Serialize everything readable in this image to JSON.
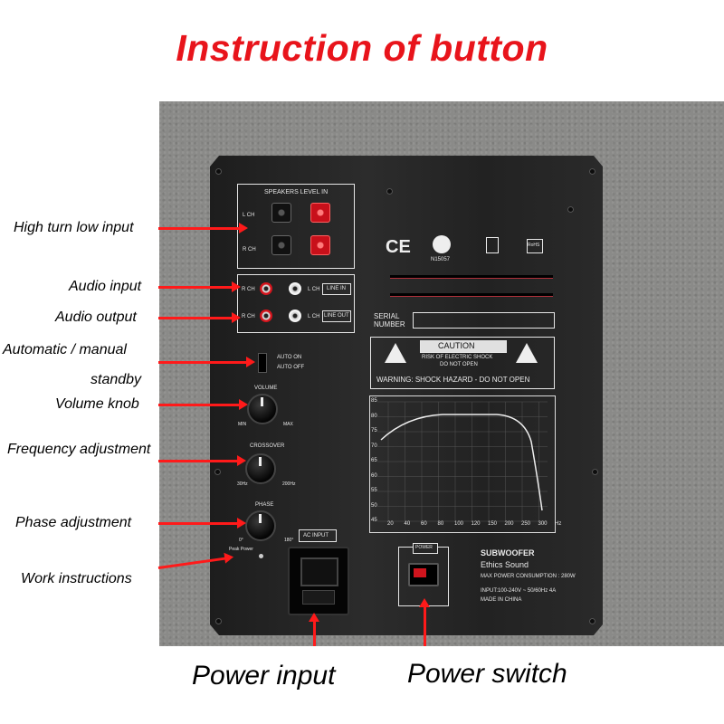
{
  "title": "Instruction of button",
  "panel": {
    "speakers_title": "SPEAKERS  LEVEL  IN",
    "lch": "L CH",
    "rch": "R CH",
    "line_in": "LINE IN",
    "line_out": "LINE OUT",
    "cert_ce": "CE",
    "cert_code": "N15057",
    "cert_rohs": "RoHS",
    "serial_label_1": "SERIAL",
    "serial_label_2": "NUMBER",
    "auto_on": "AUTO ON",
    "auto_off": "AUTO OFF",
    "caution": "CAUTION",
    "caution_line1": "RISK OF ELECTRIC SHOCK",
    "caution_line2": "DO NOT OPEN",
    "warning": "WARNING: SHOCK HAZARD - DO NOT OPEN",
    "volume": "VOLUME",
    "vol_min": "MIN",
    "vol_max": "MAX",
    "crossover": "CROSSOVER",
    "cross_min": "30Hz",
    "cross_max": "200Hz",
    "phase": "PHASE",
    "phase_min": "0°",
    "phase_max": "180°",
    "led": "Peak  Power",
    "ac_input": "AC INPUT",
    "power": "POWER",
    "brand1": "SUBWOOFER",
    "brand2": "Ethics Sound",
    "max_power": "MAX POWER  CONSUMPTION : 280W",
    "input_spec": "INPUT:100-240V ~ 50/60Hz 4A",
    "made_in": "MADE IN CHINA"
  },
  "graph": {
    "y_ticks": [
      "85",
      "80",
      "75",
      "70",
      "65",
      "60",
      "55",
      "50",
      "45"
    ],
    "x_ticks": [
      "20",
      "40",
      "60",
      "80",
      "100",
      "120",
      "150",
      "200",
      "250",
      "300",
      "Hz"
    ]
  },
  "labels": {
    "high_turn_low": "High turn low input",
    "audio_input": "Audio input",
    "audio_output": "Audio output",
    "auto_manual": "Automatic / manual",
    "standby": "standby",
    "volume_knob": "Volume knob",
    "frequency": "Frequency adjustment",
    "phase_adj": "Phase adjustment",
    "work": "Work instructions",
    "power_input": "Power input",
    "power_switch": "Power switch"
  },
  "colors": {
    "title": "#e8141b",
    "arrow": "#ff1a1a",
    "panel": "#262626"
  }
}
